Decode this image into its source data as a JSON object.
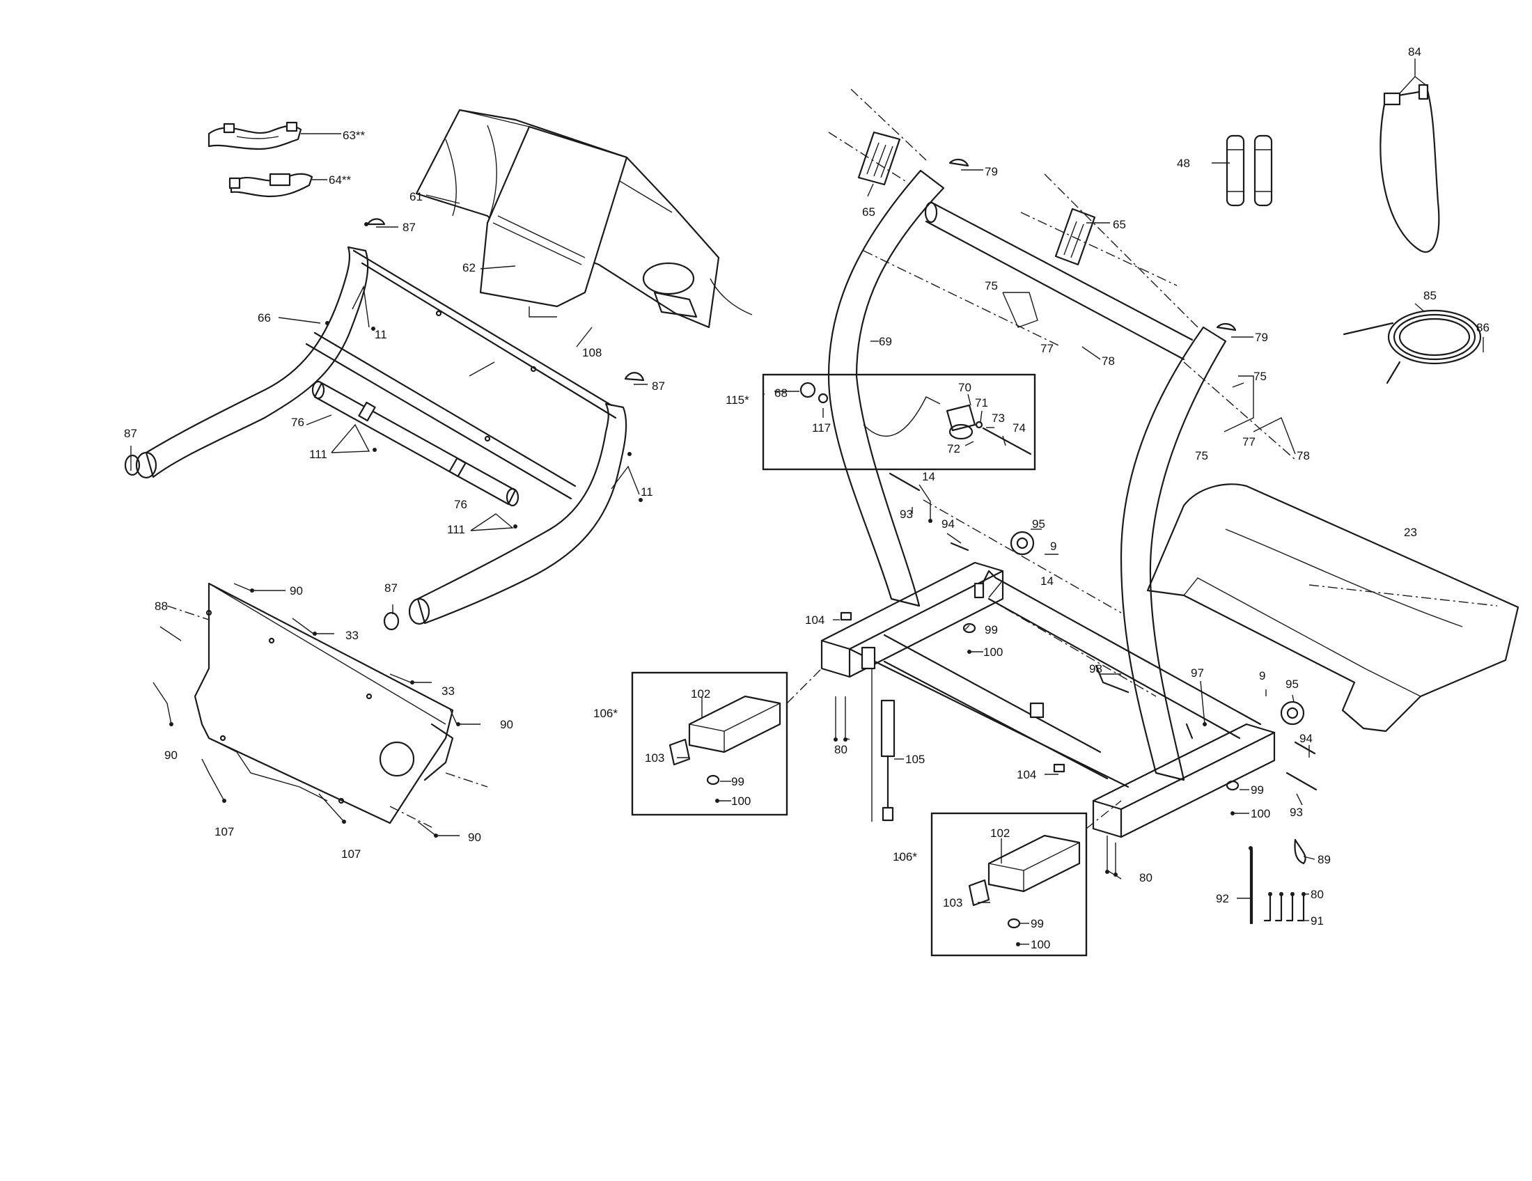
{
  "colors": {
    "ink": "#1a1a1a",
    "paper": "#ffffff"
  },
  "callouts": [
    {
      "id": "c63",
      "text": "63**"
    },
    {
      "id": "c64a",
      "text": "64**"
    },
    {
      "id": "c61",
      "text": "61"
    },
    {
      "id": "c62",
      "text": "62"
    },
    {
      "id": "c87a",
      "text": "87"
    },
    {
      "id": "c66",
      "text": "66"
    },
    {
      "id": "c11a",
      "text": "11"
    },
    {
      "id": "c108",
      "text": "108"
    },
    {
      "id": "c87b",
      "text": "87"
    },
    {
      "id": "c87c",
      "text": "87"
    },
    {
      "id": "c76a",
      "text": "76"
    },
    {
      "id": "c111a",
      "text": "111"
    },
    {
      "id": "c76b",
      "text": "76"
    },
    {
      "id": "c11b",
      "text": "11"
    },
    {
      "id": "c111b",
      "text": "111"
    },
    {
      "id": "c87d",
      "text": "87"
    },
    {
      "id": "c88",
      "text": "88"
    },
    {
      "id": "c90a",
      "text": "90"
    },
    {
      "id": "c33a",
      "text": "33"
    },
    {
      "id": "c33b",
      "text": "33"
    },
    {
      "id": "c90b",
      "text": "90"
    },
    {
      "id": "c90c",
      "text": "90"
    },
    {
      "id": "c107a",
      "text": "107"
    },
    {
      "id": "c107b",
      "text": "107"
    },
    {
      "id": "c90d",
      "text": "90"
    },
    {
      "id": "c65a",
      "text": "65"
    },
    {
      "id": "c79a",
      "text": "79"
    },
    {
      "id": "c65b",
      "text": "65"
    },
    {
      "id": "c75a",
      "text": "75"
    },
    {
      "id": "c77a",
      "text": "77"
    },
    {
      "id": "c78a",
      "text": "78"
    },
    {
      "id": "c69",
      "text": "69"
    },
    {
      "id": "c115",
      "text": "115*"
    },
    {
      "id": "c68",
      "text": "68"
    },
    {
      "id": "c117",
      "text": "117"
    },
    {
      "id": "c70",
      "text": "70"
    },
    {
      "id": "c71",
      "text": "71"
    },
    {
      "id": "c73",
      "text": "73"
    },
    {
      "id": "c74",
      "text": "74"
    },
    {
      "id": "c72",
      "text": "72"
    },
    {
      "id": "c79b",
      "text": "79"
    },
    {
      "id": "c75b",
      "text": "75"
    },
    {
      "id": "c77b",
      "text": "77"
    },
    {
      "id": "c75c",
      "text": "75"
    },
    {
      "id": "c78b",
      "text": "78"
    },
    {
      "id": "c48",
      "text": "48"
    },
    {
      "id": "c84",
      "text": "84"
    },
    {
      "id": "c85",
      "text": "85"
    },
    {
      "id": "c86",
      "text": "86"
    },
    {
      "id": "c14a",
      "text": "14"
    },
    {
      "id": "c93a",
      "text": "93"
    },
    {
      "id": "c94a",
      "text": "94"
    },
    {
      "id": "c95a",
      "text": "95"
    },
    {
      "id": "c9a",
      "text": "9"
    },
    {
      "id": "c14b",
      "text": "14"
    },
    {
      "id": "c23",
      "text": "23"
    },
    {
      "id": "c104a",
      "text": "104"
    },
    {
      "id": "c99a",
      "text": "99"
    },
    {
      "id": "c100a",
      "text": "100"
    },
    {
      "id": "c106a",
      "text": "106*"
    },
    {
      "id": "c102a",
      "text": "102"
    },
    {
      "id": "c103a",
      "text": "103"
    },
    {
      "id": "c99b",
      "text": "99"
    },
    {
      "id": "c100b",
      "text": "100"
    },
    {
      "id": "c80a",
      "text": "80"
    },
    {
      "id": "c105",
      "text": "105"
    },
    {
      "id": "c98",
      "text": "98"
    },
    {
      "id": "c97",
      "text": "97"
    },
    {
      "id": "c9b",
      "text": "9"
    },
    {
      "id": "c95b",
      "text": "95"
    },
    {
      "id": "c94b",
      "text": "94"
    },
    {
      "id": "c104b",
      "text": "104"
    },
    {
      "id": "c99c",
      "text": "99"
    },
    {
      "id": "c100c",
      "text": "100"
    },
    {
      "id": "c93b",
      "text": "93"
    },
    {
      "id": "c106b",
      "text": "106*"
    },
    {
      "id": "c102b",
      "text": "102"
    },
    {
      "id": "c103b",
      "text": "103"
    },
    {
      "id": "c99d",
      "text": "99"
    },
    {
      "id": "c100d",
      "text": "100"
    },
    {
      "id": "c80b",
      "text": "80"
    },
    {
      "id": "c89",
      "text": "89"
    },
    {
      "id": "c92",
      "text": "92"
    },
    {
      "id": "c80c",
      "text": "80"
    },
    {
      "id": "c91",
      "text": "91"
    }
  ]
}
